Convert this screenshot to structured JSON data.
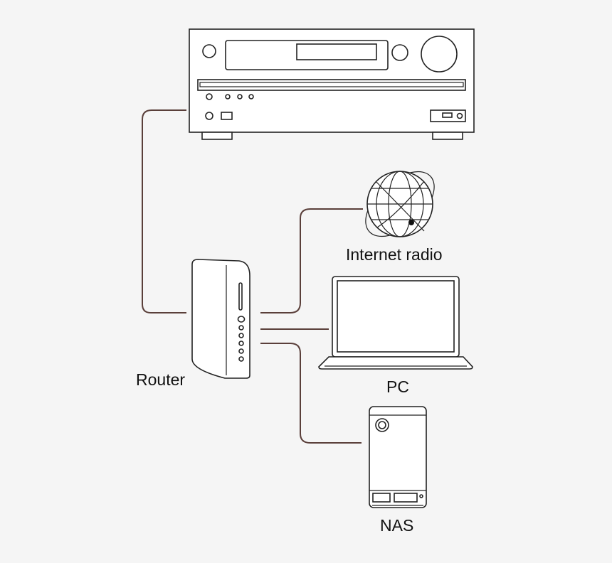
{
  "labels": {
    "router": "Router",
    "internet_radio": "Internet radio",
    "pc": "PC",
    "nas": "NAS"
  },
  "colors": {
    "background": "#f5f5f5",
    "cable": "#5a3f3a",
    "outline": "#222222",
    "device_fill": "#ffffff"
  }
}
